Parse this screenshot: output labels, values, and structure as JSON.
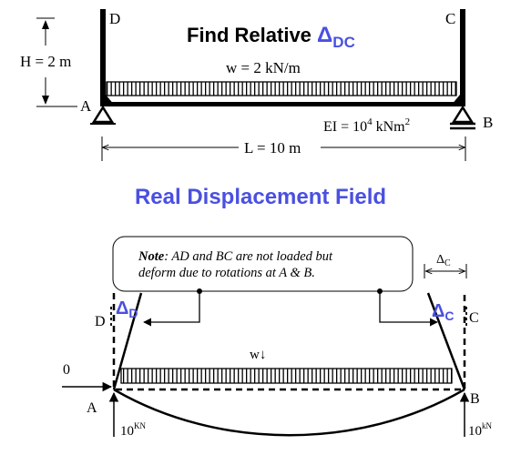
{
  "top": {
    "title": "Find Relative",
    "title_symbol": "Δ",
    "title_sub": "DC",
    "label_D": "D",
    "label_C": "C",
    "label_A": "A",
    "label_B": "B",
    "height_label": "H = 2 m",
    "load_label": "w = 2 kN/m",
    "ei_label": "EI = 10",
    "ei_exp": "4",
    "ei_unit": " kNm",
    "ei_unit_exp": "2",
    "length_label": "L = 10 m"
  },
  "section_title": "Real Displacement Field",
  "bottom": {
    "note_bold": "Note",
    "note_line1": ": AD and BC are not loaded but",
    "note_line2": "deform due to rotations at A & B.",
    "label_D": "D",
    "label_C": "C",
    "label_A": "A",
    "label_B": "B",
    "delta_D_symbol": "Δ",
    "delta_D_sub": "D",
    "delta_C_symbol": "Δ",
    "delta_C_sub": "C",
    "delta_C_top_symbol": "Δ",
    "delta_C_top_sub": "C",
    "load_label": "w↓",
    "zero_label": "0",
    "reaction_A": "10",
    "reaction_A_unit": "KN",
    "reaction_B": "10",
    "reaction_B_unit": "kN"
  },
  "colors": {
    "accent": "#4a50e0",
    "ink": "#000000"
  }
}
